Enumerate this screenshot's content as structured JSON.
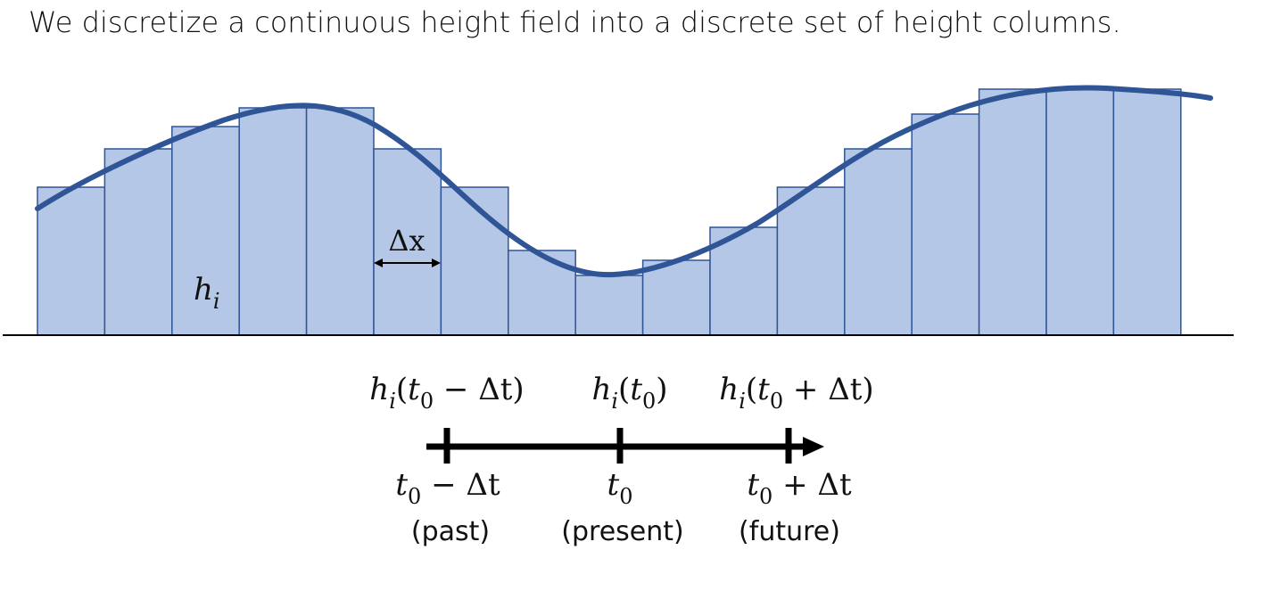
{
  "title": "We discretize a continuous height field into a discrete set of height columns.",
  "colors": {
    "column_fill": "#b4c7e7",
    "column_stroke": "#2f5597",
    "curve": "#2f5597",
    "text": "#111111",
    "baseline": "#000000",
    "timeline": "#000000"
  },
  "height_field": {
    "column_heights": [
      166,
      209,
      234,
      255,
      255,
      209,
      166,
      95,
      67,
      84,
      121,
      166,
      209,
      248,
      276,
      276,
      276
    ],
    "curve_label": "",
    "column_label": {
      "base": "h",
      "sub": "i"
    },
    "width_label": "Δx"
  },
  "timeline": {
    "ticks": [
      {
        "name": "past",
        "top_label": {
          "base": "h",
          "sub": "i",
          "open": "(",
          "t": "t",
          "t_sub": "0",
          "rest": " − Δt)"
        },
        "bottom_label": {
          "t": "t",
          "t_sub": "0",
          "rest": " − Δt"
        },
        "caption": "(past)"
      },
      {
        "name": "present",
        "top_label": {
          "base": "h",
          "sub": "i",
          "open": "(",
          "t": "t",
          "t_sub": "0",
          "rest": ")"
        },
        "bottom_label": {
          "t": "t",
          "t_sub": "0",
          "rest": ""
        },
        "caption": "(present)"
      },
      {
        "name": "future",
        "top_label": {
          "base": "h",
          "sub": "i",
          "open": "(",
          "t": "t",
          "t_sub": "0",
          "rest": " + Δt)"
        },
        "bottom_label": {
          "t": "t",
          "t_sub": "0",
          "rest": " + Δt"
        },
        "caption": "(future)"
      }
    ]
  }
}
